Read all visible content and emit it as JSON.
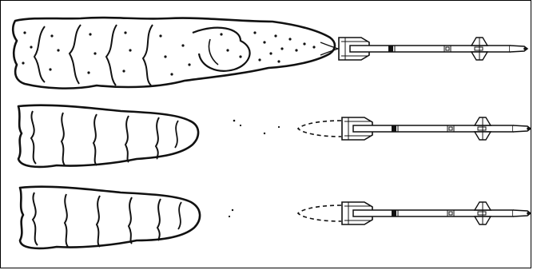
{
  "figure": {
    "background_color": "#ffffff",
    "ink_color": "#111111",
    "rows": [
      {
        "id": "row-1",
        "motor": "burning",
        "exhaust": "continuous",
        "icon": "missile-icon"
      },
      {
        "id": "row-2",
        "motor": "separated",
        "exhaust": "dashed",
        "icon": "missile-icon"
      },
      {
        "id": "row-3",
        "motor": "separated",
        "exhaust": "dashed",
        "icon": "missile-icon"
      }
    ]
  }
}
